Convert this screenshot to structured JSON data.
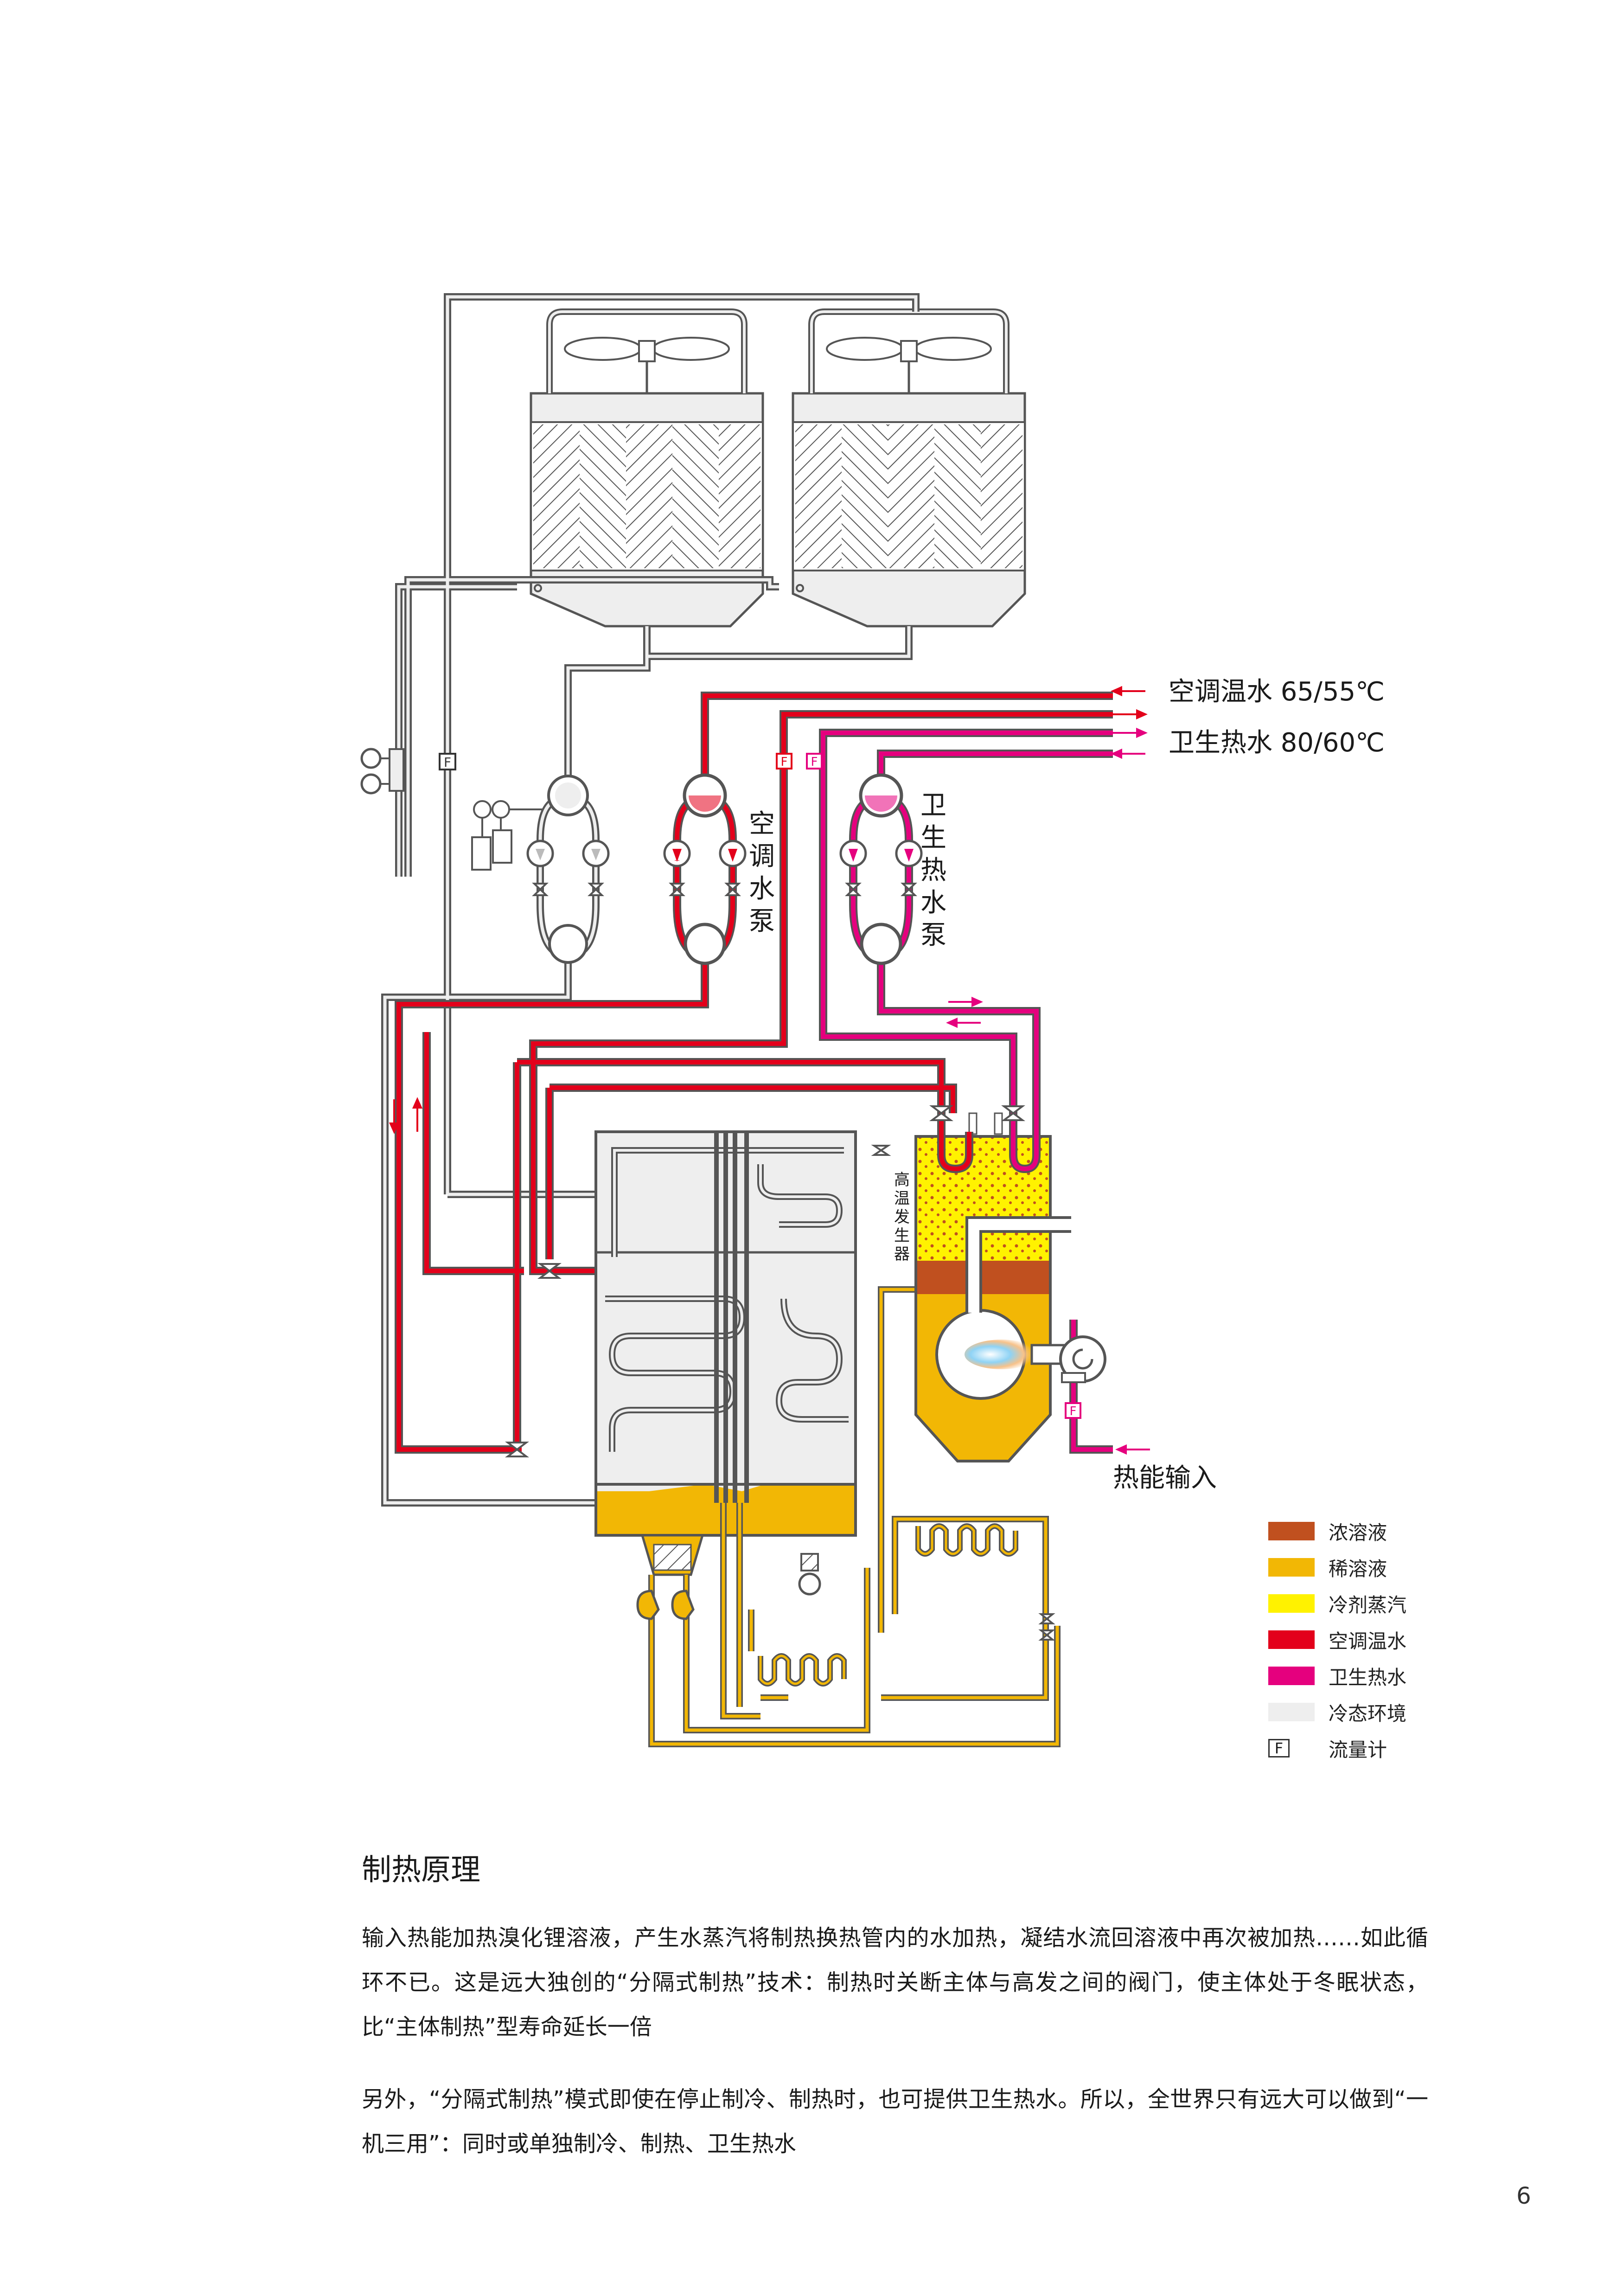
{
  "labels": {
    "ac_hot_water": "空调温水 65/55℃",
    "sanitary_hot_water": "卫生热水 80/60℃",
    "ac_pump": [
      "空",
      "调",
      "水",
      "泵"
    ],
    "sanitary_pump": [
      "卫",
      "生",
      "热",
      "水",
      "泵"
    ],
    "generator": [
      "高",
      "温",
      "发",
      "生",
      "器"
    ],
    "heat_input": "热能输入",
    "flowmeter_symbol": "F"
  },
  "legend": [
    {
      "label": "浓溶液",
      "color": "#c0501f"
    },
    {
      "label": "稀溶液",
      "color": "#f2b705"
    },
    {
      "label": "冷剂蒸汽",
      "color": "#fff200"
    },
    {
      "label": "空调温水",
      "color": "#e3001b"
    },
    {
      "label": "卫生热水",
      "color": "#e5007e"
    },
    {
      "label": "冷态环境",
      "color": "#eeeeee"
    },
    {
      "label": "流量计",
      "symbol": "F"
    }
  ],
  "text": {
    "title": "制热原理",
    "paragraph1": "输入热能加热溴化锂溶液，产生水蒸汽将制热换热管内的水加热，凝结水流回溶液中再次被加热……如此循环不已。这是远大独创的“分隔式制热”技术：制热时关断主体与高发之间的阀门，使主体处于冬眠状态，比“主体制热”型寿命延长一倍",
    "paragraph2": "另外，“分隔式制热”模式即使在停止制冷、制热时，也可提供卫生热水。所以，全世界只有远大可以做到“一机三用”：同时或单独制冷、制热、卫生热水"
  },
  "page_number": "6"
}
